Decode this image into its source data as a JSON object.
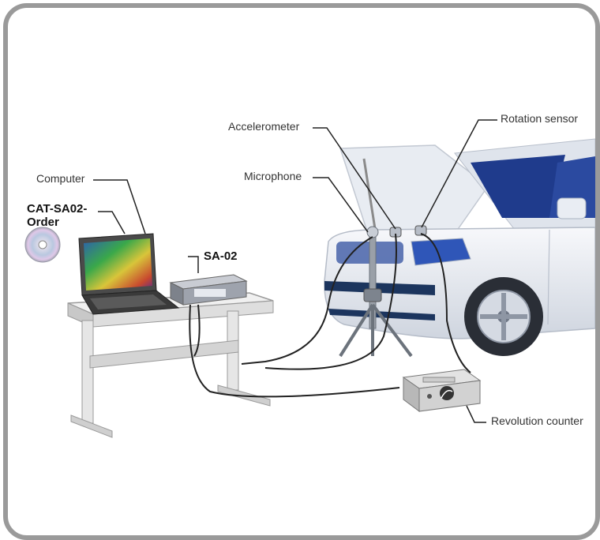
{
  "labels": {
    "computer": "Computer",
    "software_line1": "CAT-SA02-",
    "software_line2": "Order",
    "analyzer": "SA-02",
    "accelerometer": "Accelerometer",
    "microphone": "Microphone",
    "rotation_sensor": "Rotation sensor",
    "revolution_counter": "Revolution counter"
  },
  "colors": {
    "frame": "#9a9a9a",
    "car_body": "#eef1f6",
    "car_window": "#1f3b8c",
    "table": "#e3e3e3",
    "cable": "#222222"
  }
}
